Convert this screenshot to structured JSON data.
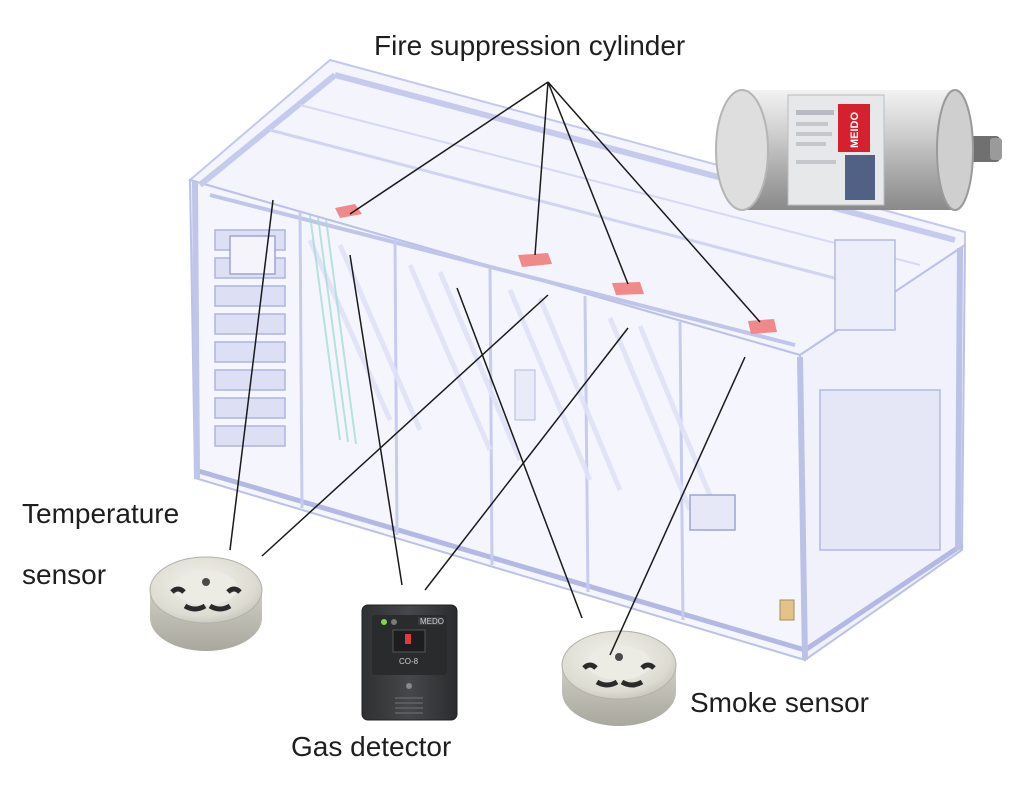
{
  "labels": {
    "fire_suppression": "Fire suppression cylinder",
    "temperature_line1": "Temperature",
    "temperature_line2": "sensor",
    "gas_detector": "Gas detector",
    "smoke_sensor": "Smoke sensor"
  },
  "device_text": {
    "cylinder_brand": "MEIDO",
    "gas_display": "CO-8",
    "gas_brand": "MEDO"
  },
  "colors": {
    "leader_line": "#1a1a1a",
    "container_frame": "#b9bfe6",
    "cylinder_marker": "#f08a8a",
    "brand_red": "#d6202e",
    "sensor_body": "#e4e3da",
    "detector_body": "#3a3b3d"
  },
  "icons": {
    "container": "battery-container-icon",
    "cylinder": "fire-cylinder-icon",
    "temperature": "temperature-sensor-icon",
    "gas": "gas-detector-icon",
    "smoke": "smoke-sensor-icon"
  }
}
